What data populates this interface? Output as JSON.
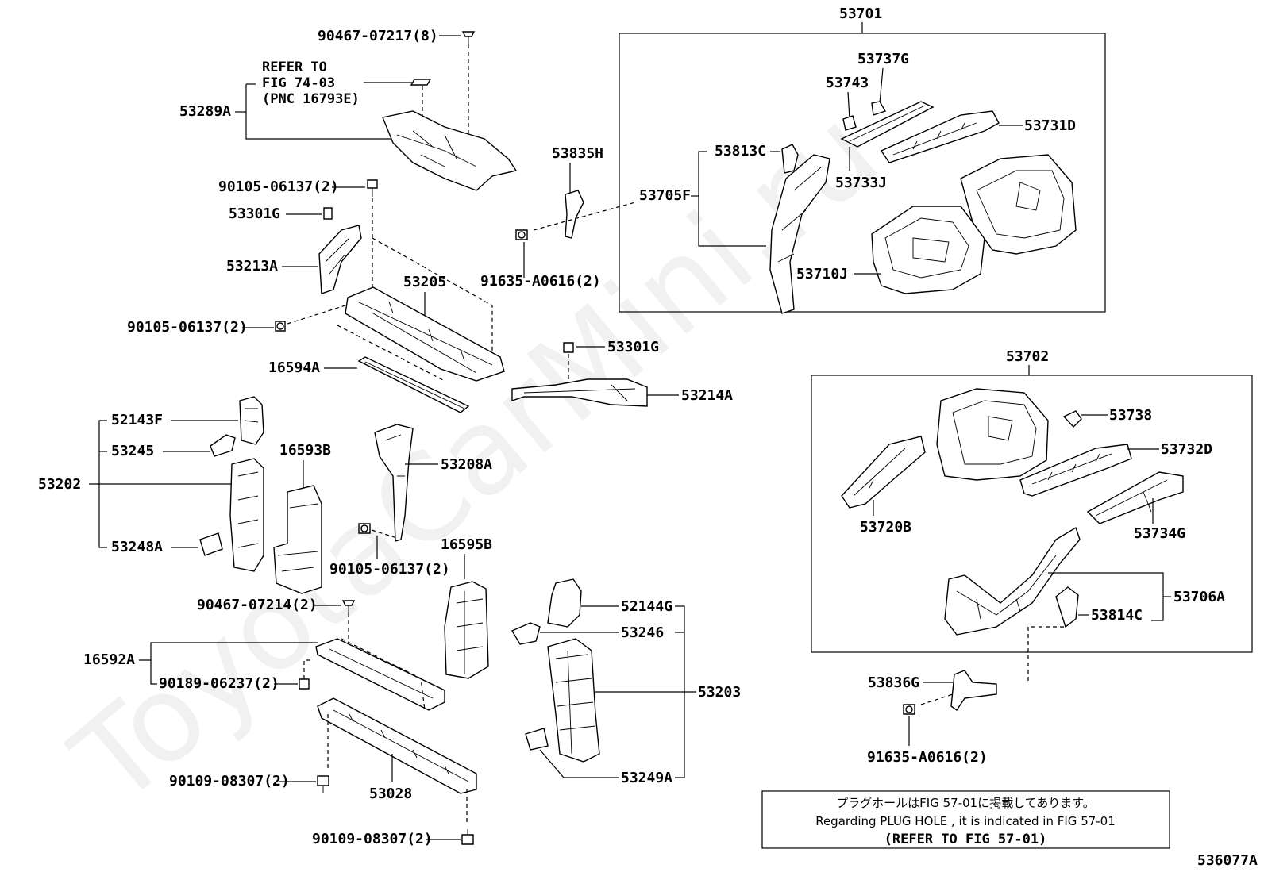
{
  "watermark": "ToyotaCarMini.ru",
  "figure_id": "536077A",
  "groups": {
    "g53701": "53701",
    "g53702": "53702"
  },
  "refer_note": [
    "REFER TO",
    "FIG 74-03",
    "(PNC 16793E)"
  ],
  "labels": {
    "p90467_07217": "90467-07217(8)",
    "p53289A": "53289A",
    "p90105_06137_top": "90105-06137(2)",
    "p53301G_left": "53301G",
    "p53213A": "53213A",
    "p53205": "53205",
    "p90105_06137_mid": "90105-06137(2)",
    "p16594A": "16594A",
    "p53835H": "53835H",
    "p91635_A0616_top": "91635-A0616(2)",
    "p53301G_right": "53301G",
    "p53214A": "53214A",
    "p52143F": "52143F",
    "p53245": "53245",
    "p53202": "53202",
    "p53248A": "53248A",
    "p16593B": "16593B",
    "p53208A": "53208A",
    "p90105_06137_low": "90105-06137(2)",
    "p16595B": "16595B",
    "p90467_07214": "90467-07214(2)",
    "p16592A": "16592A",
    "p90189_06237": "90189-06237(2)",
    "p90109_08307_a": "90109-08307(2)",
    "p53028": "53028",
    "p90109_08307_b": "90109-08307(2)",
    "p52144G": "52144G",
    "p53246": "53246",
    "p53203": "53203",
    "p53249A": "53249A",
    "p53737G": "53737G",
    "p53743": "53743",
    "p53731D": "53731D",
    "p53813C": "53813C",
    "p53705F": "53705F",
    "p53733J": "53733J",
    "p53710J": "53710J",
    "p53738": "53738",
    "p53732D": "53732D",
    "p53720B": "53720B",
    "p53734G": "53734G",
    "p53706A": "53706A",
    "p53814C": "53814C",
    "p53836G": "53836G",
    "p91635_A0616_bottom": "91635-A0616(2)"
  },
  "plug_note": {
    "line1": "プラグホールはFIG 57-01に掲載してあります。",
    "line2": "Regarding PLUG HOLE , it is indicated in FIG 57-01",
    "line3": "(REFER TO FIG 57-01)"
  }
}
